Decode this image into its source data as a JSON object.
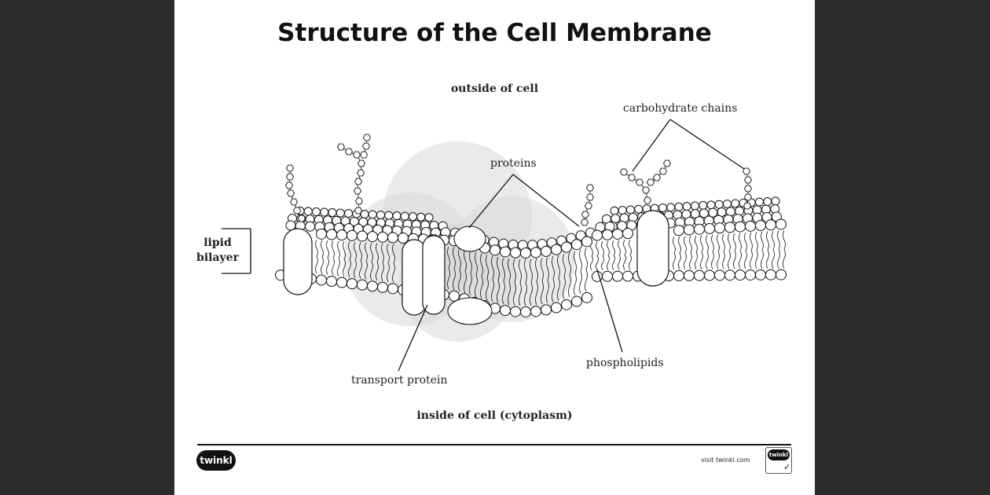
{
  "title": "Structure of the Cell Membrane",
  "labels": {
    "outside": "outside of cell",
    "inside": "inside of cell (cytoplasm)",
    "lipid_line1": "lipid",
    "lipid_line2": "bilayer",
    "carbohydrate": "carbohydrate chains",
    "proteins": "proteins",
    "transport": "transport protein",
    "phospholipids": "phospholipids"
  },
  "footer": {
    "logo": "twinkl",
    "visit": "visit twinkl.com",
    "badge_logo": "twinkl"
  },
  "colors": {
    "background": "#2b2b2b",
    "sheet": "#ffffff",
    "watermark": "#d9d9d9",
    "ink": "#111111"
  }
}
